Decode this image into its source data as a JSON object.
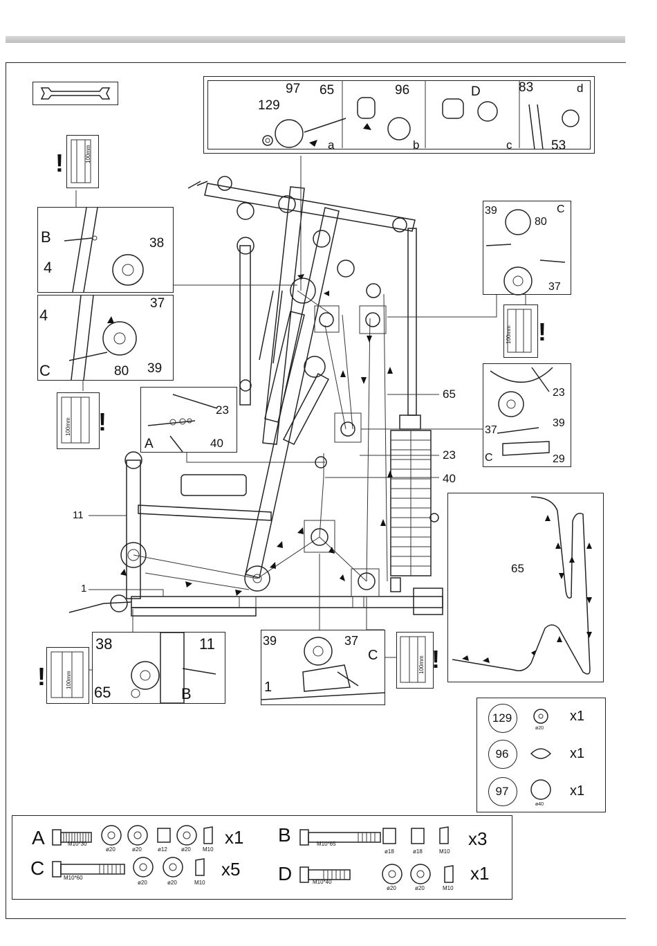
{
  "callouts": {
    "main": {
      "n11": "11",
      "n1": "1",
      "n65": "65",
      "n23": "23",
      "n40": "40"
    },
    "box_top": {
      "n97": "97",
      "n65": "65",
      "n129": "129",
      "n96": "96",
      "nD": "D",
      "n83": "83",
      "n53": "53",
      "a": "a",
      "b": "b",
      "c": "c",
      "d": "d"
    },
    "box_left_upper": {
      "B": "B",
      "n38": "38",
      "n4": "4"
    },
    "box_left_lower": {
      "n4": "4",
      "n37": "37",
      "C": "C",
      "n80": "80",
      "n39": "39"
    },
    "box_left_mid": {
      "n23": "23",
      "A": "A",
      "n40": "40"
    },
    "box_right_upper": {
      "n39": "39",
      "C": "C",
      "n80": "80",
      "n37": "37"
    },
    "box_right_mid": {
      "n23": "23",
      "n37": "37",
      "n39": "39",
      "C": "C",
      "n29": "29"
    },
    "box_right_cable": {
      "n65": "65"
    },
    "box_bottom_left": {
      "n38": "38",
      "n11": "11",
      "n65": "65",
      "B": "B"
    },
    "box_bottom_mid": {
      "n39": "39",
      "n37": "37",
      "C": "C",
      "n1": "1"
    }
  },
  "measure": {
    "mm": "100mm",
    "warning": "!"
  },
  "parts_list": [
    {
      "num": "129",
      "size": "ø20",
      "qty": "x1"
    },
    {
      "num": "96",
      "size": "",
      "qty": "x1"
    },
    {
      "num": "97",
      "size": "ø40",
      "qty": "x1"
    }
  ],
  "hardware": {
    "A": {
      "letter": "A",
      "bolt": "M10*30",
      "parts": [
        "ø20",
        "ø20",
        "ø12",
        "ø20",
        "M10"
      ],
      "qty": "x1"
    },
    "B": {
      "letter": "B",
      "bolt": "M10*65",
      "parts": [
        "ø18",
        "ø18",
        "M10"
      ],
      "qty": "x3"
    },
    "C": {
      "letter": "C",
      "bolt": "M10*60",
      "parts": [
        "ø20",
        "ø20",
        "M10"
      ],
      "qty": "x5"
    },
    "D": {
      "letter": "D",
      "bolt": "M10*40",
      "parts": [
        "ø20",
        "ø20",
        "M10"
      ],
      "qty": "x1"
    }
  },
  "icons": [
    "wrench-icon",
    "warning-icon",
    "pulley-icon",
    "bolt-icon",
    "washer-icon",
    "nut-icon"
  ]
}
